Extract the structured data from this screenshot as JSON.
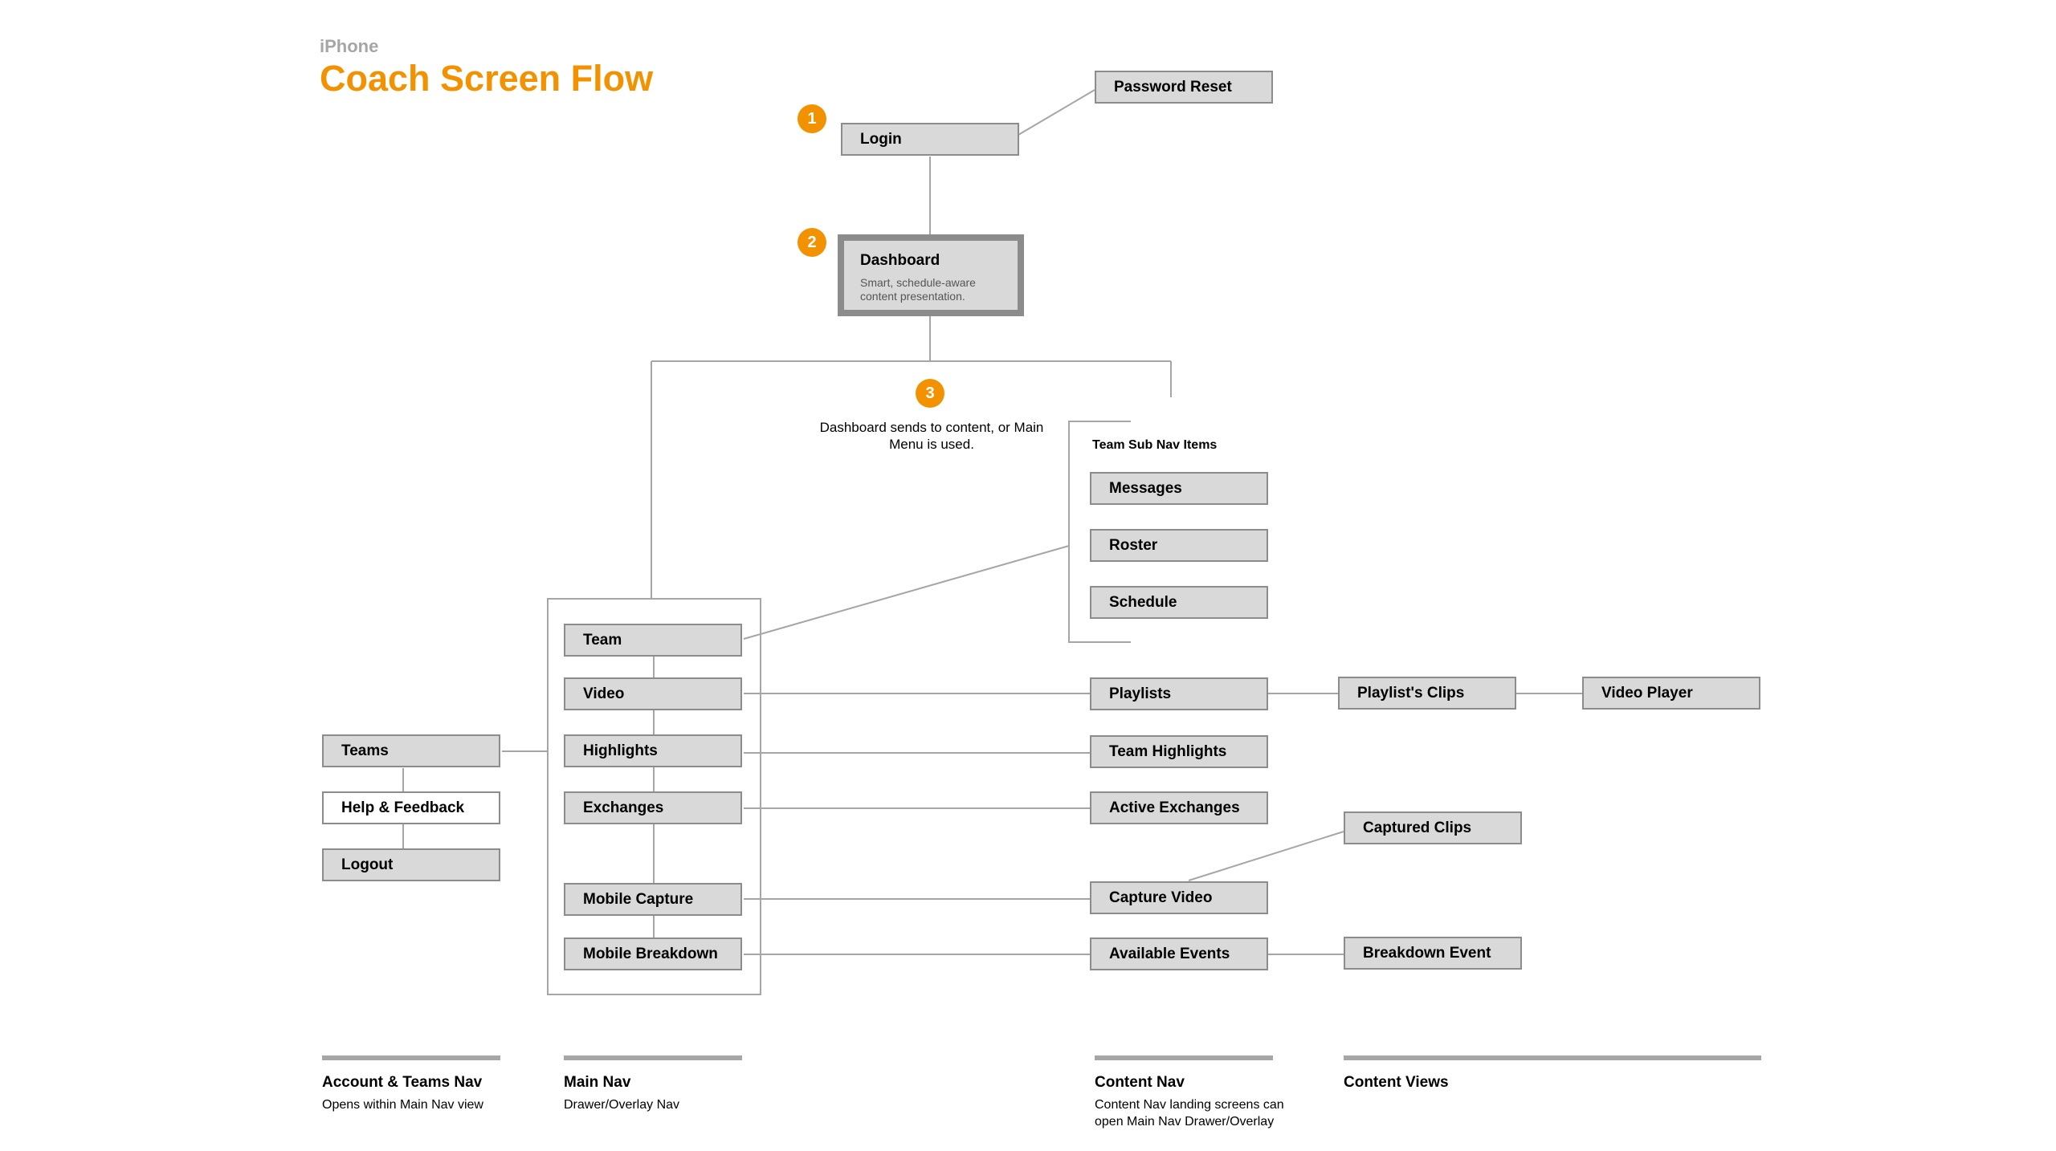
{
  "header": {
    "device": "iPhone",
    "title": "Coach Screen Flow"
  },
  "steps": [
    {
      "number": "1"
    },
    {
      "number": "2"
    },
    {
      "number": "3",
      "note": "Dashboard sends to content, or Main Menu is used."
    }
  ],
  "screens": {
    "password_reset": "Password Reset",
    "login": "Login",
    "dashboard": {
      "title": "Dashboard",
      "subtitle": "Smart, schedule-aware content presentation."
    }
  },
  "team_sub_nav": {
    "heading": "Team Sub Nav Items",
    "items": [
      "Messages",
      "Roster",
      "Schedule"
    ]
  },
  "account_nav": [
    "Teams",
    "Help & Feedback",
    "Logout"
  ],
  "main_nav": [
    "Team",
    "Video",
    "Highlights",
    "Exchanges",
    "Mobile Capture",
    "Mobile Breakdown"
  ],
  "content_nav": [
    "Playlists",
    "Team Highlights",
    "Active Exchanges",
    "Capture Video",
    "Available Events"
  ],
  "content_views": [
    "Playlist's Clips",
    "Video Player",
    "Captured Clips",
    "Breakdown Event"
  ],
  "legend": [
    {
      "title": "Account & Teams Nav",
      "desc": "Opens within Main Nav view"
    },
    {
      "title": "Main Nav",
      "desc": "Drawer/Overlay Nav"
    },
    {
      "title": "Content Nav",
      "desc": "Content Nav landing screens can open Main Nav Drawer/Overlay"
    },
    {
      "title": "Content Views",
      "desc": ""
    }
  ],
  "colors": {
    "accent": "#f39200",
    "box_fill": "#d9d9d9",
    "box_border": "#8c8c8c",
    "line": "#a6a6a6"
  }
}
